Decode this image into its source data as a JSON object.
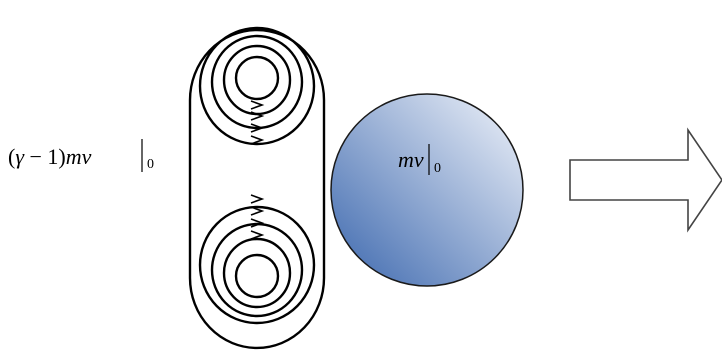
{
  "labels": {
    "left_expression": {
      "prefix": "(",
      "gamma": "γ",
      "minus_one": " − 1)",
      "mv": "mv",
      "subscript": "0"
    },
    "circle_expression": {
      "mv": "mv",
      "subscript": "0"
    }
  },
  "colors": {
    "stroke": "#000000",
    "sphere_dark": "#3a66ad",
    "sphere_light": "#f2f5fb",
    "sphere_stroke": "#1a1a1a",
    "arrow_stroke": "#444444"
  },
  "icons": {
    "vortex": "vortex-coil-icon",
    "sphere": "sphere-icon",
    "arrow": "right-arrow-icon"
  }
}
